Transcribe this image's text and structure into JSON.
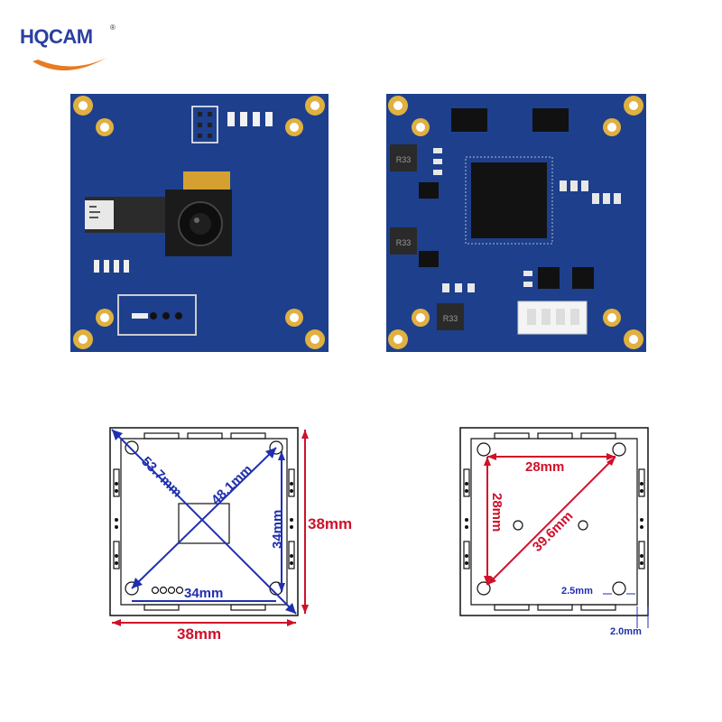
{
  "brand": {
    "name": "HQCAM",
    "reg": "®"
  },
  "colors": {
    "pcb": "#1d3f8c",
    "pad": "#e0b040",
    "blue_dim": "#1f2fb0",
    "red_dim": "#d0102a",
    "outline": "#111111"
  },
  "front_view": {
    "diagonal": "53.7mm",
    "diagonal2": "48.1mm",
    "hole_span_v": "34mm",
    "hole_span_h": "34mm",
    "board_height": "38mm",
    "board_width": "38mm"
  },
  "back_view": {
    "hole_span_h": "28mm",
    "hole_span_v": "28mm",
    "diagonal": "39.6mm",
    "hole_dia": "2.5mm",
    "edge_gap": "2.0mm"
  },
  "chip_labels": {
    "ic1": "R33",
    "ic2": "R33",
    "ic3": "R33"
  }
}
